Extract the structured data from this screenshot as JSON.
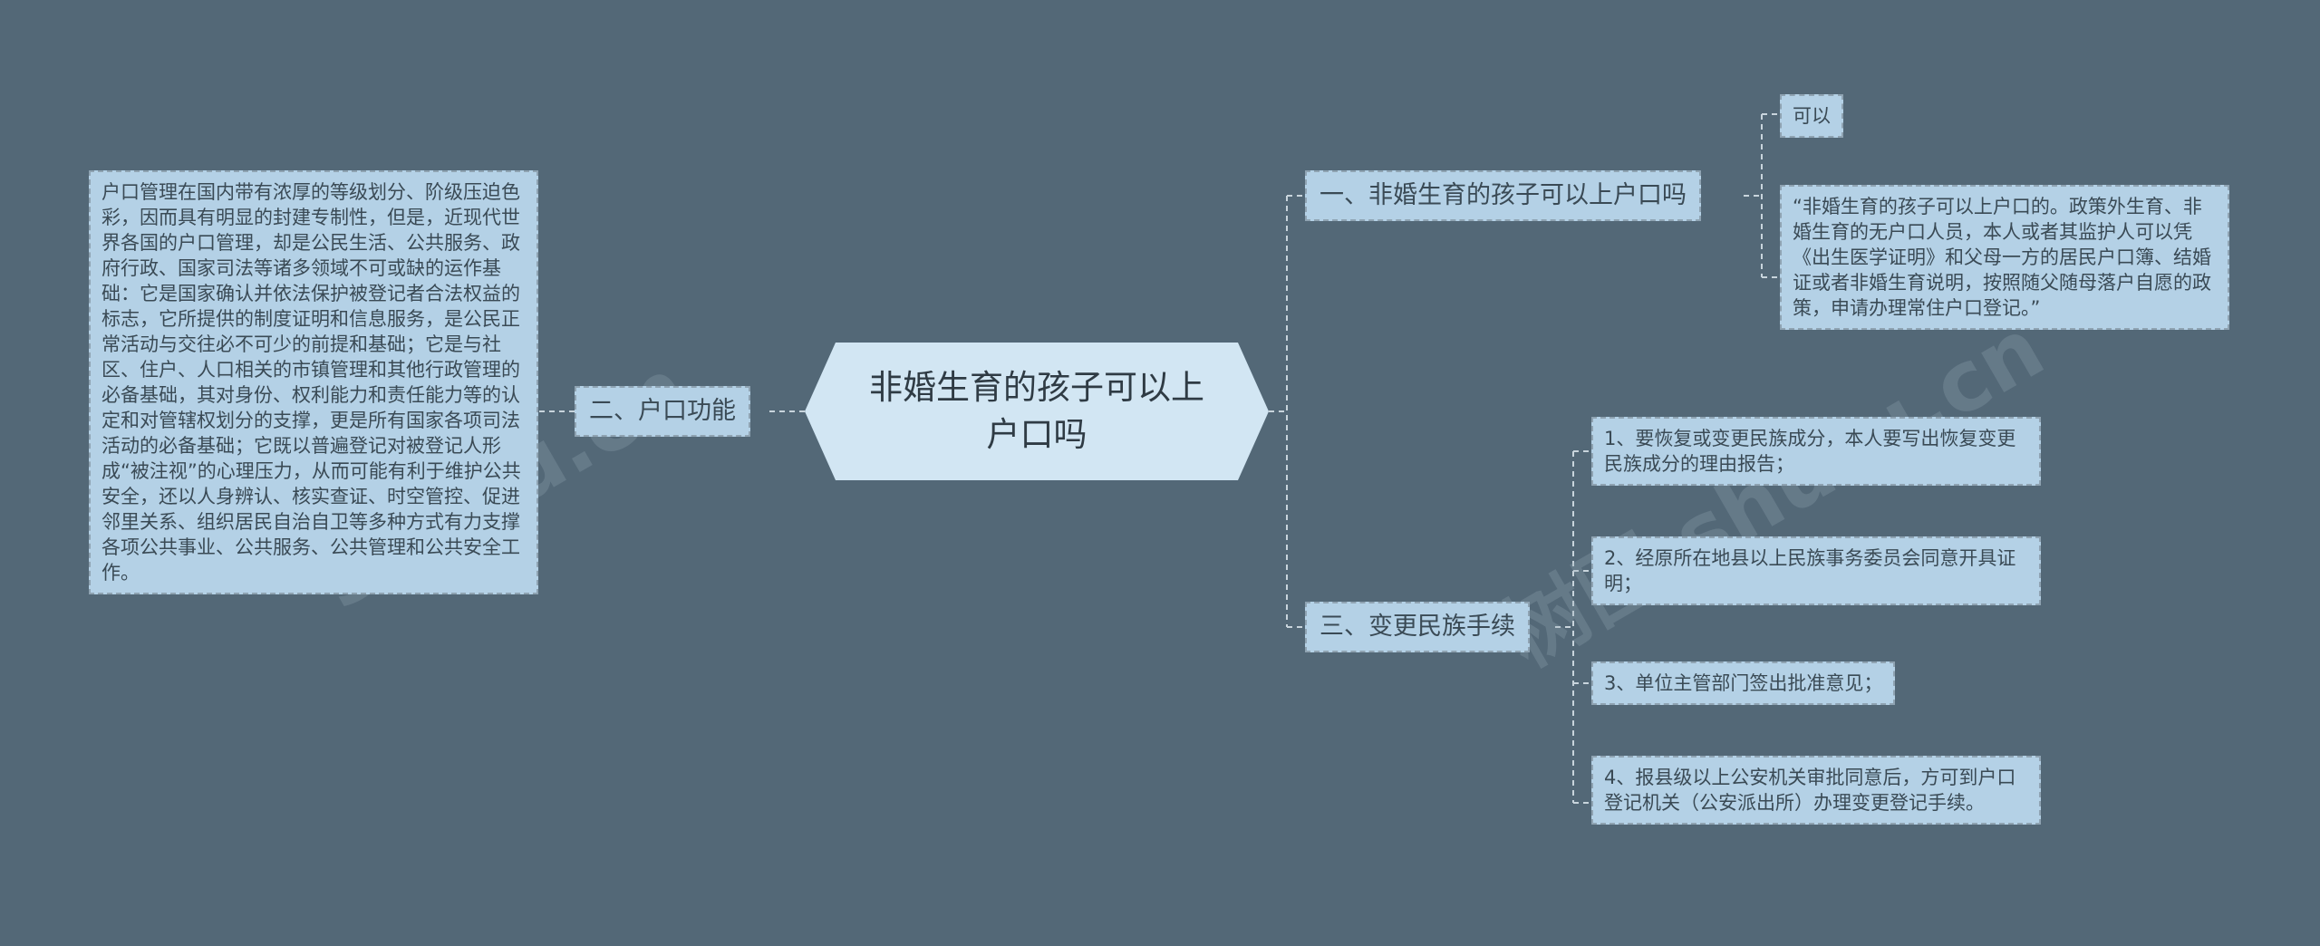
{
  "center": {
    "title": "非婚生育的孩子可以上户口吗"
  },
  "branches": [
    {
      "label": "一、非婚生育的孩子可以上户口吗",
      "children": [
        "可以",
        "“非婚生育的孩子可以上户口的。政策外生育、非婚生育的无户口人员，本人或者其监护人可以凭《出生医学证明》和父母一方的居民户口簿、结婚证或者非婚生育说明，按照随父随母落户自愿的政策，申请办理常住户口登记。”"
      ]
    },
    {
      "label": "二、户口功能",
      "children": [
        "户口管理在国内带有浓厚的等级划分、阶级压迫色彩，因而具有明显的封建专制性，但是，近现代世界各国的户口管理，却是公民生活、公共服务、政府行政、国家司法等诸多领域不可或缺的运作基础：它是国家确认并依法保护被登记者合法权益的标志，它所提供的制度证明和信息服务，是公民正常活动与交往必不可少的前提和基础；它是与社区、住户、人口相关的市镇管理和其他行政管理的必备基础，其对身份、权利能力和责任能力等的认定和对管辖权划分的支撑，更是所有国家各项司法活动的必备基础；它既以普遍登记对被登记人形成“被注视”的心理压力，从而可能有利于维护公共安全，还以人身辨认、核实查证、时空管控、促进邻里关系、组织居民自治自卫等多种方式有力支撑各项公共事业、公共服务、公共管理和公共安全工作。"
      ]
    },
    {
      "label": "三、变更民族手续",
      "children": [
        "1、要恢复或变更民族成分，本人要写出恢复变更民族成分的理由报告；",
        "2、经原所在地县以上民族事务委员会同意开具证明；",
        "3、单位主管部门签出批准意见；",
        "4、报县级以上公安机关审批同意后，方可到户口登记机关（公安派出所）办理变更登记手续。"
      ]
    }
  ],
  "watermarks": [
    "shutu.cn",
    "树图 shutu.cn"
  ],
  "colors": {
    "background": "#536877",
    "node_fill": "#b4d1e6",
    "center_fill": "#d2e6f3",
    "connector": "#c8d4dc",
    "node_text": "#3a4a55"
  }
}
